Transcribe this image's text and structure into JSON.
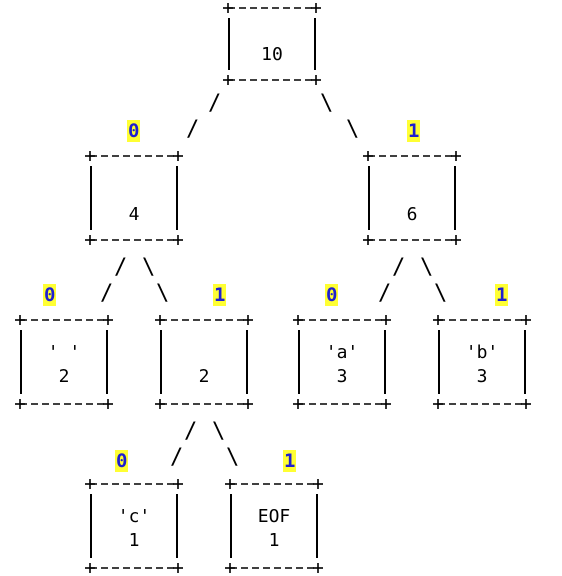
{
  "colors": {
    "bit_text": "#1f1fd0",
    "bit_highlight": "#ffff33",
    "line": "#000000"
  },
  "nodes": {
    "root": {
      "line1": "10",
      "line2": ""
    },
    "n4": {
      "line1": "4",
      "line2": ""
    },
    "n6": {
      "line1": "6",
      "line2": ""
    },
    "space": {
      "line1": "' '",
      "line2": "2"
    },
    "n2": {
      "line1": "2",
      "line2": ""
    },
    "a": {
      "line1": "'a'",
      "line2": "3"
    },
    "b": {
      "line1": "'b'",
      "line2": "3"
    },
    "c": {
      "line1": "'c'",
      "line2": "1"
    },
    "eof": {
      "line1": "EOF",
      "line2": "1"
    }
  },
  "edges": {
    "root_n4": "0",
    "root_n6": "1",
    "n4_space": "0",
    "n4_n2": "1",
    "n6_a": "0",
    "n6_b": "1",
    "n2_c": "0",
    "n2_eof": "1"
  }
}
